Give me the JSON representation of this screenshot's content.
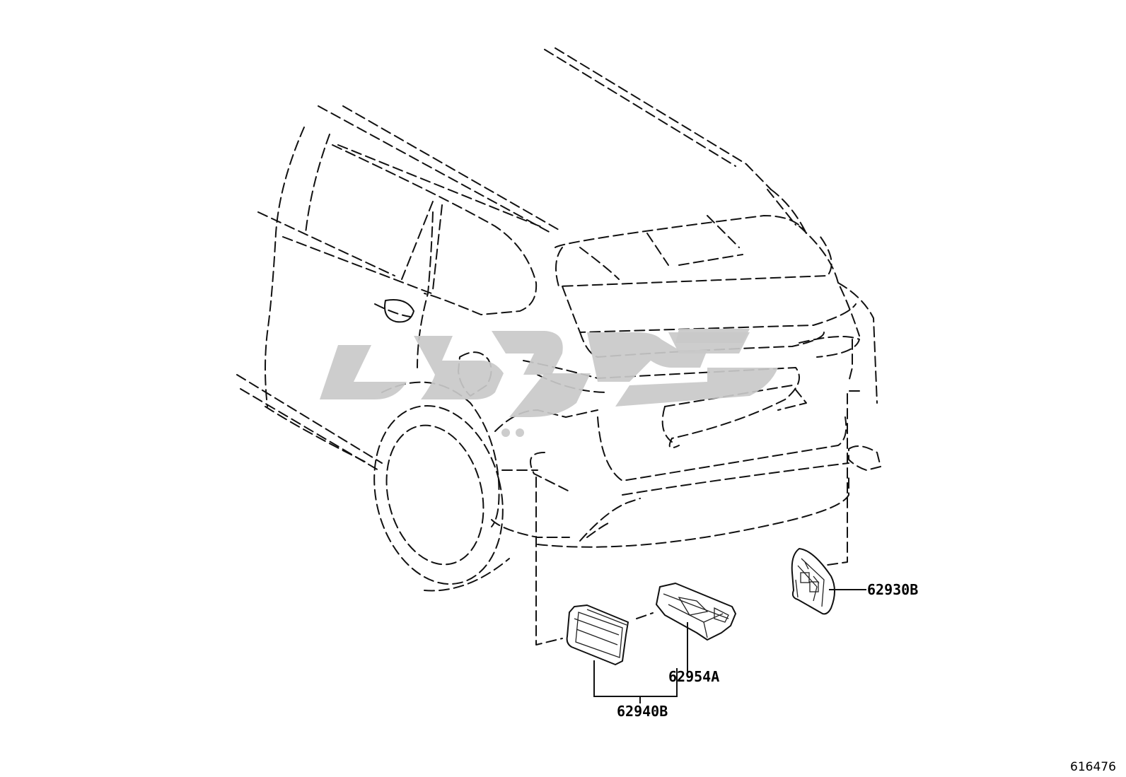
{
  "callouts": {
    "part_1": "62930B",
    "part_2": "62954A",
    "part_3": "62940B"
  },
  "diagram_id": "616476",
  "colors": {
    "line": "#111111",
    "watermark": "#c9c9c9",
    "background": "#ffffff"
  }
}
